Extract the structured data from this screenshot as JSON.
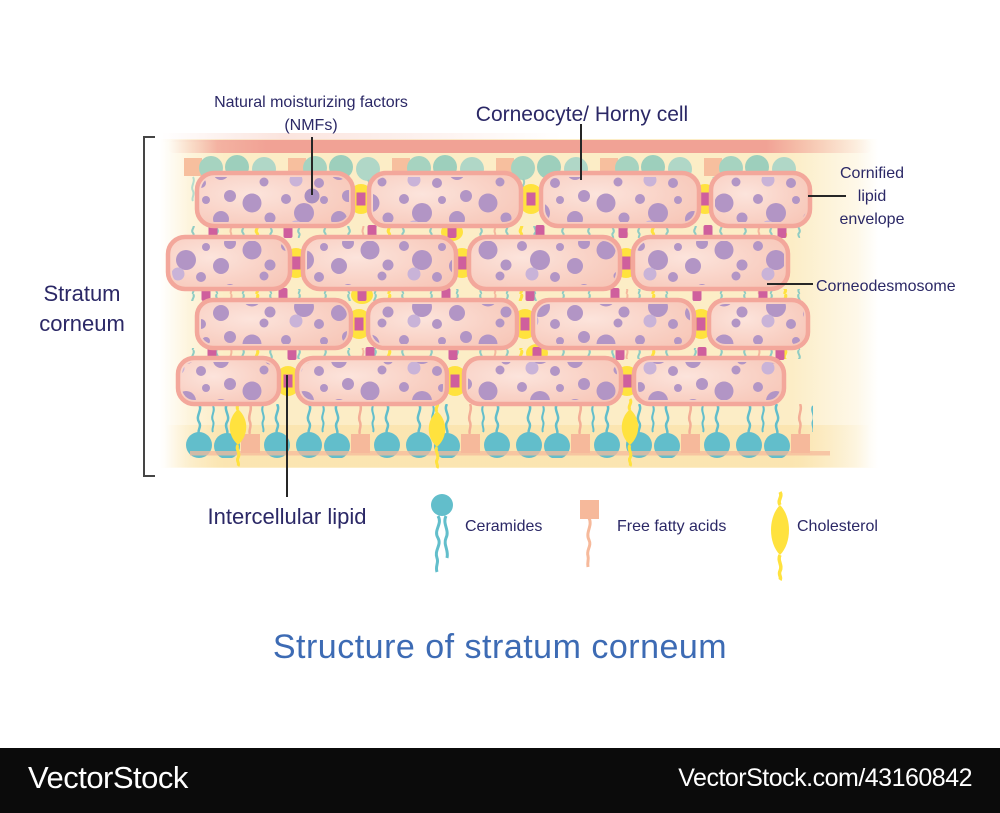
{
  "annotations": {
    "nmf": [
      "Natural moisturizing factors",
      "(NMFs)"
    ],
    "corneocyte": "Corneocyte/ Horny cell",
    "cornified": [
      "Cornified",
      "lipid",
      "envelope"
    ],
    "corneodesmosome": "Corneodesmosome",
    "stratum": [
      "Stratum",
      "corneum"
    ],
    "intercellular": "Intercellular lipid"
  },
  "legend": {
    "items": [
      {
        "icon": "ceramide-icon",
        "label": "Ceramides"
      },
      {
        "icon": "free-fatty-acid-icon",
        "label": "Free fatty acids"
      },
      {
        "icon": "cholesterol-icon",
        "label": "Cholesterol"
      }
    ]
  },
  "title": "Structure of stratum corneum",
  "watermark": {
    "brand": "VectorStock",
    "url_text": "VectorStock.com/43160842"
  },
  "colors": {
    "diagram_background": "#fcedc6",
    "corneocyte_border": "#f3a79b",
    "corneocyte_fill": "#f8cdc0",
    "keratin_granule": "#b295c5",
    "corneodesmosome": "#cf5f9d",
    "lipid_yellow": "#ffe23e",
    "ceramide_teal": "#62becb",
    "ceramide_pale_teal": "#a6d3c0",
    "fatty_acid_peach": "#f6b99b",
    "annotation_text": "#2b2866",
    "title_text": "#3d6bb4",
    "watermark_bg": "#0b0b0b",
    "watermark_text": "#ffffff"
  }
}
